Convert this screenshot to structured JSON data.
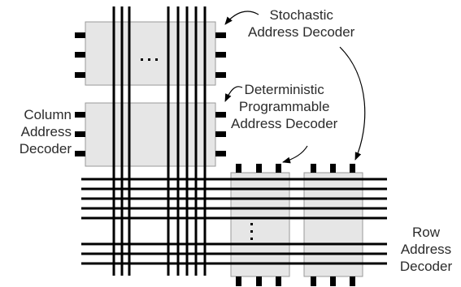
{
  "labels": {
    "stochastic": [
      "Stochastic",
      "Address Decoder"
    ],
    "deterministic": [
      "Deterministic",
      "Programmable",
      "Address Decoder"
    ],
    "column": [
      "Column",
      "Address",
      "Decoder"
    ],
    "row": [
      "Row",
      "Address",
      "Decoder"
    ]
  },
  "colors": {
    "block_fill": "#e6e6e6",
    "block_stroke": "#9a9a9a",
    "wire": "#000000",
    "arrow": "#000000"
  }
}
